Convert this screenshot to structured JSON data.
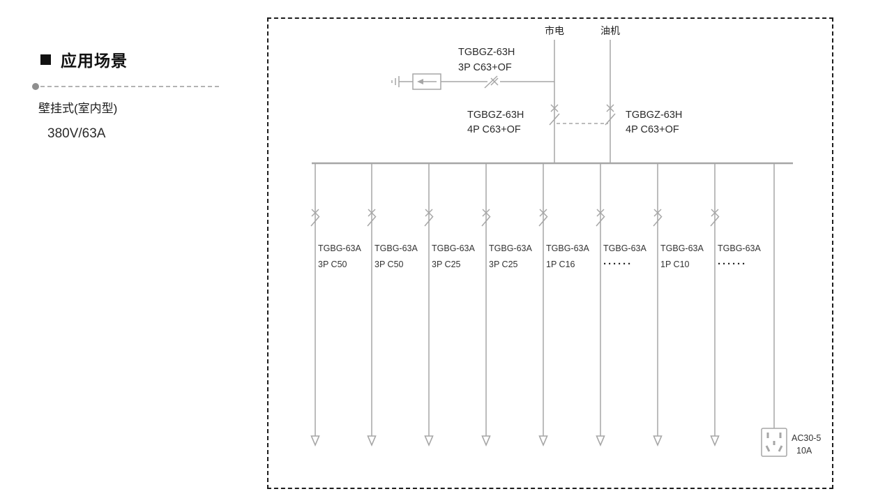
{
  "sidebar": {
    "heading": "应用场景",
    "subtitle": "壁挂式(室内型)",
    "rating": "380V/63A"
  },
  "diagram": {
    "sources": [
      {
        "label": "市电"
      },
      {
        "label": "油机"
      }
    ],
    "spd_breaker": {
      "model": "TGBGZ-63H",
      "spec": "3P C63+OF"
    },
    "incomers": [
      {
        "model": "TGBGZ-63H",
        "spec": "4P C63+OF"
      },
      {
        "model": "TGBGZ-63H",
        "spec": "4P C63+OF"
      }
    ],
    "feeders": [
      {
        "model": "TGBG-63A",
        "spec": "3P C50"
      },
      {
        "model": "TGBG-63A",
        "spec": "3P C50"
      },
      {
        "model": "TGBG-63A",
        "spec": "3P C25"
      },
      {
        "model": "TGBG-63A",
        "spec": "3P C25"
      },
      {
        "model": "TGBG-63A",
        "spec": "1P C16"
      },
      {
        "model": "TGBG-63A",
        "spec": "······"
      },
      {
        "model": "TGBG-63A",
        "spec": "1P C10"
      },
      {
        "model": "TGBG-63A",
        "spec": "······"
      }
    ],
    "socket": {
      "model": "AC30-5",
      "rating": "10A"
    },
    "colors": {
      "line": "#a6a6a6",
      "text": "#333333",
      "panel_border": "#1c1c1c"
    }
  }
}
